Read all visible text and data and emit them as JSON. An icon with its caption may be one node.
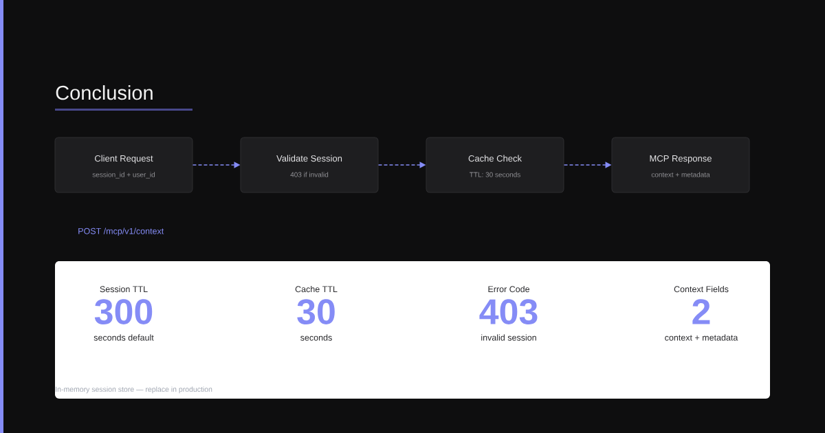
{
  "diagram": {
    "title": "Conclusion",
    "nodes": [
      {
        "text": [
          "Client Request",
          "session_id + user_id"
        ]
      },
      {
        "text": [
          "Validate Session",
          "403 if invalid"
        ]
      },
      {
        "text": [
          "Cache Check",
          "TTL: 30 seconds"
        ]
      },
      {
        "text": [
          "MCP Response",
          "context + metadata"
        ]
      },
      {
        "text": [
          "Session TTL",
          "300",
          "seconds default",
          "Cache TTL",
          "30",
          "seconds",
          "Error Code",
          "403",
          "invalid session",
          "Context Fields",
          "2",
          "context + metadata",
          "In-memory session store — replace in production"
        ]
      }
    ],
    "edges": [
      {
        "from": 0,
        "to": 1,
        "arrow": "to",
        "style": "dashed"
      },
      {
        "from": 1,
        "to": 2,
        "arrow": "to",
        "style": "dashed"
      },
      {
        "from": 2,
        "to": 3,
        "arrow": "to",
        "style": "dashed"
      }
    ],
    "labels": [
      "POST /mcp/v1/context"
    ]
  }
}
